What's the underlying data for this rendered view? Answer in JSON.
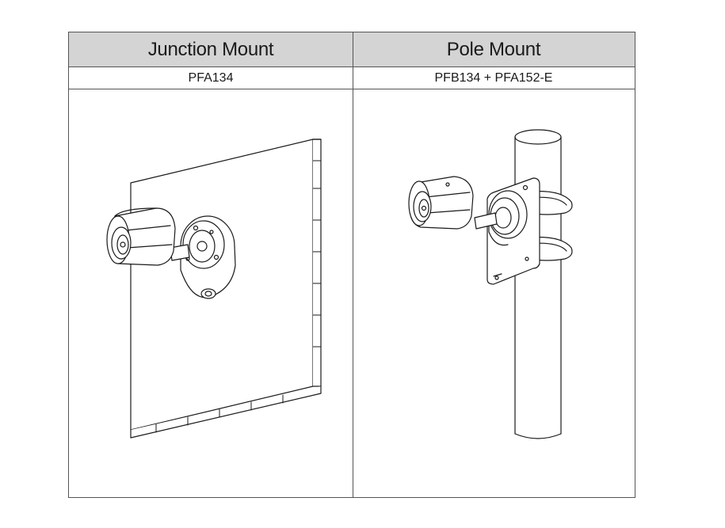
{
  "table": {
    "columns": [
      {
        "title": "Junction Mount",
        "model": "PFA134",
        "illustration_icon": "wall-junction-mount-illustration"
      },
      {
        "title": "Pole Mount",
        "model": "PFB134 + PFA152-E",
        "illustration_icon": "pole-mount-illustration"
      }
    ]
  }
}
